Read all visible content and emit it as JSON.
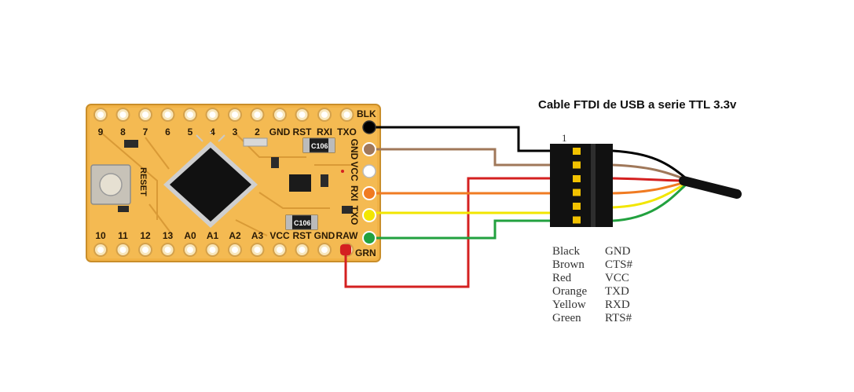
{
  "title": "Cable FTDI de USB a serie TTL 3.3v",
  "board": {
    "top_pins": [
      "9",
      "8",
      "7",
      "6",
      "5",
      "4",
      "3",
      "2",
      "GND",
      "RST",
      "RXI",
      "TXO"
    ],
    "bottom_pins": [
      "10",
      "11",
      "12",
      "13",
      "A0",
      "A1",
      "A2",
      "A3",
      "VCC",
      "RST",
      "GND",
      "RAW"
    ],
    "side_pins": [
      "GND",
      "VCC",
      "RXI",
      "TXO"
    ],
    "reset_label": "RESET",
    "component_labels": [
      "C106",
      "C106"
    ],
    "connector_marker": "1"
  },
  "wires": [
    {
      "label": "BLK",
      "color": "#000000"
    },
    {
      "label": "",
      "color": "#a0785a"
    },
    {
      "label": "",
      "color": "#d42020"
    },
    {
      "label": "",
      "color": "#f07b22"
    },
    {
      "label": "",
      "color": "#f2e600"
    },
    {
      "label": "GRN",
      "color": "#22a13f"
    }
  ],
  "legend": [
    {
      "color": "Black",
      "signal": "GND"
    },
    {
      "color": "Brown",
      "signal": "CTS#"
    },
    {
      "color": "Red",
      "signal": "VCC"
    },
    {
      "color": "Orange",
      "signal": "TXD"
    },
    {
      "color": "Yellow",
      "signal": "RXD"
    },
    {
      "color": "Green",
      "signal": "RTS#"
    }
  ]
}
